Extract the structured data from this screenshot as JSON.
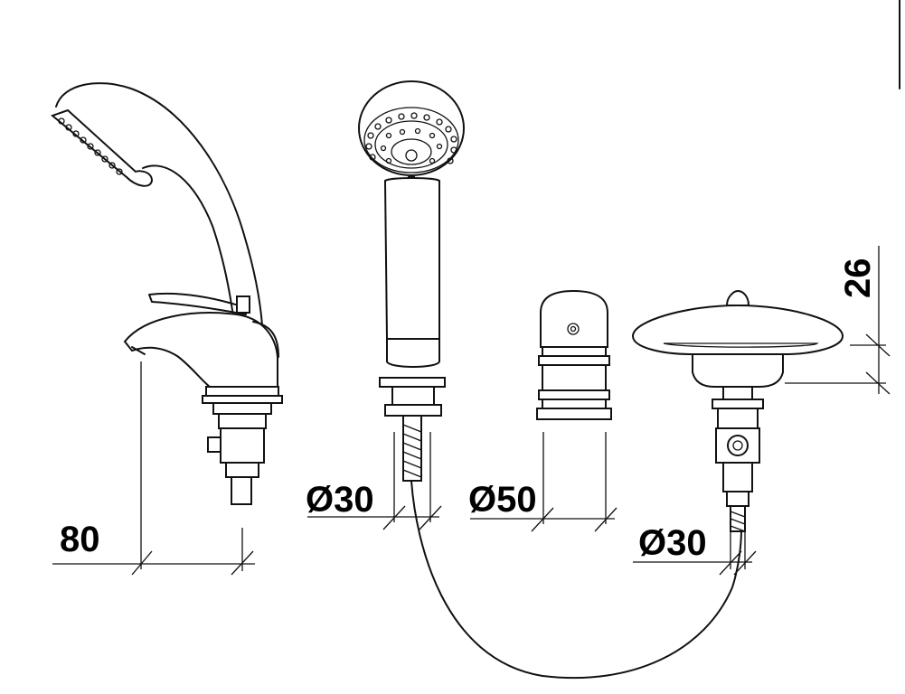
{
  "dimensions": {
    "spout_height": "80",
    "handshower_diameter": "Ø30",
    "handle_diameter": "Ø50",
    "diverter_diameter": "Ø30",
    "diverter_height": "26"
  }
}
